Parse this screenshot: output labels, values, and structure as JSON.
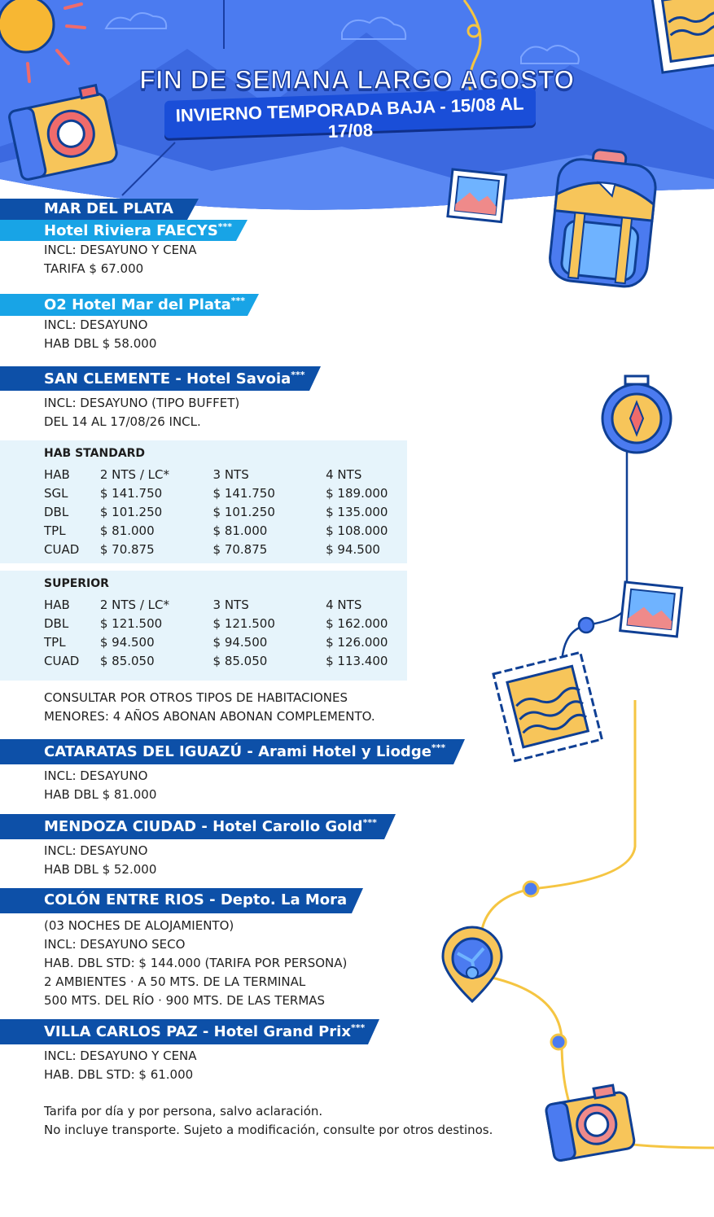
{
  "header": {
    "title": "FIN DE SEMANA LARGO AGOSTO",
    "subtitle": "INVIERNO TEMPORADA BAJA - 15/08 AL 17/08"
  },
  "mdp": {
    "city": "MAR DEL PLATA",
    "hotel": "Hotel Riviera FAECYS",
    "stars": "***",
    "lines": [
      "INCL: DESAYUNO Y CENA",
      "TARIFA $ 67.000"
    ]
  },
  "o2": {
    "hotel": "O2 Hotel Mar del Plata",
    "stars": "***",
    "lines": [
      "INCL: DESAYUNO",
      "HAB DBL $ 58.000"
    ]
  },
  "sanclemente": {
    "name": "SAN CLEMENTE - Hotel Savoia",
    "stars": "***",
    "lines": [
      "INCL: DESAYUNO (TIPO BUFFET)",
      "DEL 14 AL 17/08/26 INCL."
    ],
    "standard": {
      "title": "HAB STANDARD",
      "header": [
        "HAB",
        "2 NTS / LC*",
        "3 NTS",
        "4 NTS"
      ],
      "rows": [
        [
          "SGL",
          "$ 141.750",
          "$ 141.750",
          "$ 189.000"
        ],
        [
          "DBL",
          "$ 101.250",
          "$ 101.250",
          "$ 135.000"
        ],
        [
          "TPL",
          "$ 81.000",
          "$ 81.000",
          "$ 108.000"
        ],
        [
          "CUAD",
          "$ 70.875",
          "$ 70.875",
          "$ 94.500"
        ]
      ]
    },
    "superior": {
      "title": "SUPERIOR",
      "header": [
        "HAB",
        "2 NTS / LC*",
        "3 NTS",
        "4 NTS"
      ],
      "rows": [
        [
          "DBL",
          "$ 121.500",
          "$ 121.500",
          "$ 162.000"
        ],
        [
          "TPL",
          "$ 94.500",
          "$ 94.500",
          "$ 126.000"
        ],
        [
          "CUAD",
          "$ 85.050",
          "$ 85.050",
          "$ 113.400"
        ]
      ]
    },
    "notes": [
      "CONSULTAR POR OTROS TIPOS DE HABITACIONES",
      "MENORES: 4 AÑOS ABONAN ABONAN COMPLEMENTO."
    ]
  },
  "iguazu": {
    "name": "CATARATAS DEL IGUAZÚ - Arami Hotel y Liodge",
    "stars": "***",
    "lines": [
      "INCL: DESAYUNO",
      "HAB DBL $ 81.000"
    ]
  },
  "mendoza": {
    "name": "MENDOZA CIUDAD - Hotel Carollo Gold",
    "stars": "***",
    "lines": [
      "INCL: DESAYUNO",
      "HAB DBL $ 52.000"
    ]
  },
  "colon": {
    "name": "COLÓN ENTRE RIOS - Depto. La Mora",
    "lines": [
      "(03 NOCHES DE ALOJAMIENTO)",
      "INCL: DESAYUNO SECO",
      "HAB. DBL STD: $ 144.000 (TARIFA POR PERSONA)",
      "2 AMBIENTES · A 50 MTS. DE LA TERMINAL",
      "500 MTS. DEL RÍO · 900 MTS. DE LAS TERMAS"
    ]
  },
  "carlospaz": {
    "name": "VILLA CARLOS PAZ - Hotel Grand Prix",
    "stars": "***",
    "lines": [
      "INCL: DESAYUNO Y CENA",
      "HAB. DBL STD: $ 61.000"
    ]
  },
  "footer": {
    "lines": [
      "Tarifa por día y por persona, salvo aclaración.",
      "No incluye transporte. Sujeto a modificación, consulte por otros destinos."
    ]
  },
  "icons": [
    "sun-icon",
    "camera-icon",
    "photo-icon",
    "backpack-icon",
    "compass-icon",
    "stamp-icon",
    "location-pin-icon"
  ]
}
